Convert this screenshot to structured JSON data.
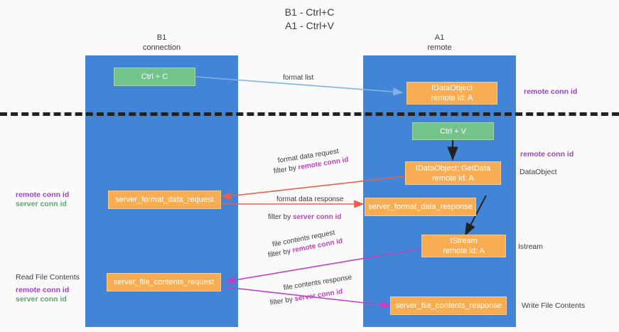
{
  "title": {
    "line1": "B1 - Ctrl+C",
    "line2": "A1 - Ctrl+V"
  },
  "lanes": [
    {
      "name": "B1",
      "sub": "connection"
    },
    {
      "name": "A1",
      "sub": "remote"
    }
  ],
  "nodes": [
    {
      "id": "ctrl-c",
      "label": "Ctrl + C",
      "sub": ""
    },
    {
      "id": "idataobject",
      "label": "IDataObject",
      "sub": "remote id: A"
    },
    {
      "id": "ctrl-v",
      "label": "Ctrl + V",
      "sub": ""
    },
    {
      "id": "idataobject-getdata",
      "label": "IDataObject::GetData",
      "sub": "remote id: A"
    },
    {
      "id": "server-format-data-request",
      "label": "server_format_data_request",
      "sub": ""
    },
    {
      "id": "server-format-data-response",
      "label": "server_format_data_response",
      "sub": ""
    },
    {
      "id": "istream",
      "label": "IStream",
      "sub": "remote id: A"
    },
    {
      "id": "server-file-contents-request",
      "label": "server_file_contents_request",
      "sub": ""
    },
    {
      "id": "server-file-contents-response",
      "label": "server_file_contents_response",
      "sub": ""
    }
  ],
  "edge_labels": {
    "format_list": "format list",
    "format_data_request": "format data request",
    "format_data_request_filter_prefix": "filter by ",
    "format_data_request_filter_key": "remote conn id",
    "format_data_response": "format data response",
    "format_data_response_filter_prefix": "filter by ",
    "format_data_response_filter_key": "server conn id",
    "file_contents_request": "file contents request",
    "file_contents_request_filter_prefix": "filter by ",
    "file_contents_request_filter_key": "remote conn id",
    "file_contents_response": "file contents response",
    "file_contents_response_filter_prefix": "filter by ",
    "file_contents_response_filter_key": "server conn id"
  },
  "annotations": {
    "right_remote_conn_id_top": "remote conn id",
    "right_remote_conn_id_mid": "remote conn id",
    "right_dataobject": "DataObject",
    "right_istream": "Istream",
    "right_write_file_contents": "Write File Contents",
    "left_remote_conn_id_mid": "remote conn id",
    "left_server_conn_id_mid": "server conn id",
    "left_read_file_contents": "Read File Contents",
    "left_remote_conn_id_bottom": "remote conn id",
    "left_server_conn_id_bottom": "server conn id"
  },
  "colors": {
    "lane": "#4285d6",
    "green_node": "#72c48a",
    "orange_node": "#f9ad52",
    "purple_text": "#a23fc4",
    "green_text": "#5aa56d",
    "magenta_edge": "#c13fc1",
    "red_edge": "#e8604c",
    "blue_edge": "#7fb5e6",
    "black_edge": "#222222",
    "background": "#fafafa"
  }
}
